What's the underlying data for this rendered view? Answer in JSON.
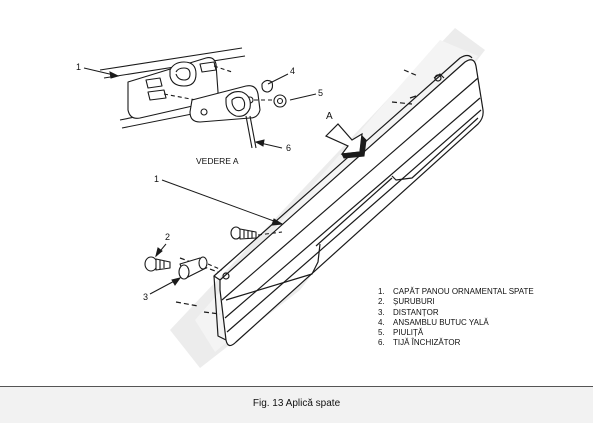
{
  "figure": {
    "callouts": {
      "c1_top": "1",
      "c4": "4",
      "c5": "5",
      "c6": "6",
      "view_arrow": "A",
      "view_label": "VEDERE A",
      "c1_main": "1",
      "c2": "2",
      "c3": "3"
    },
    "legend": [
      {
        "num": "1.",
        "text": "CAPĂT PANOU ORNAMENTAL SPATE"
      },
      {
        "num": "2.",
        "text": "ȘURUBURI"
      },
      {
        "num": "3.",
        "text": "DISTANȚOR"
      },
      {
        "num": "4.",
        "text": "ANSAMBLU BUTUC YALĂ"
      },
      {
        "num": "5.",
        "text": "PIULIȚĂ"
      },
      {
        "num": "6.",
        "text": "TIJĂ ÎNCHIZĂTOR"
      }
    ],
    "caption": "Fig. 13  Aplică spate"
  },
  "colors": {
    "line": "#1a1a1a",
    "shadow": "#e6e6e6",
    "caption_band": "#f2f2f2"
  }
}
